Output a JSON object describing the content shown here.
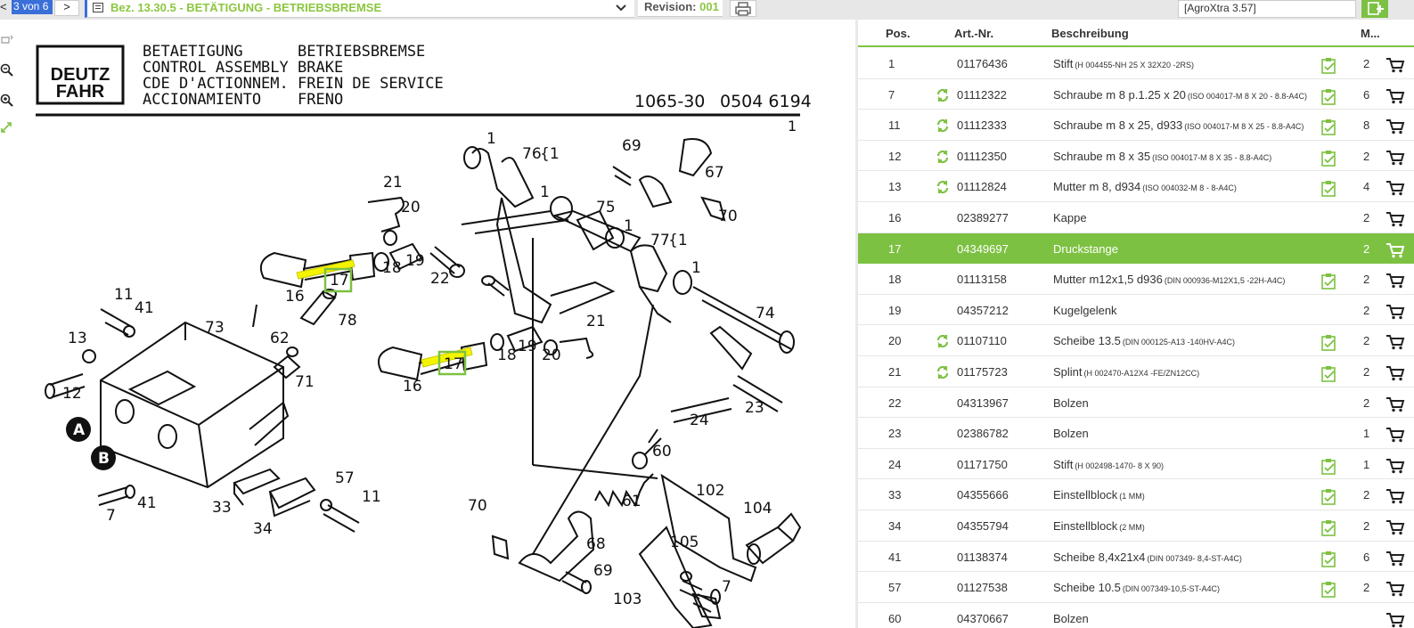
{
  "toolbar": {
    "prev_label": "<",
    "page_counter": "3 von 6",
    "next_label": ">",
    "title": "Bez. 13.30.5 - BETÄTIGUNG - BETRIEBSBREMSE",
    "revision_label": "Revision:",
    "revision_value": "001",
    "version": "[AgroXtra 3.57]"
  },
  "icons": {
    "left_tools": [
      "rotate-icon",
      "zoom-out-icon",
      "zoom-in-icon",
      "fit-icon"
    ],
    "print": "printer-icon",
    "add": "add-to-list-icon",
    "row_replace": "replacement-icon",
    "row_note": "note-icon",
    "row_cart": "cart-icon"
  },
  "colors": {
    "accent_green": "#7dc142",
    "title_green": "#8cc63f",
    "page_blue": "#3a6fd8",
    "highlight_yellow": "#f4f400"
  },
  "drawing": {
    "logo_top": "DEUTZ",
    "logo_bottom": "FAHR",
    "titles_left": [
      "BETAETIGUNG",
      "CONTROL ASSEMBLY",
      "CDE D'ACTIONNEM.",
      "ACCIONAMIENTO"
    ],
    "titles_right": [
      "BETRIEBSBREMSE",
      "BRAKE",
      "FREIN DE SERVICE",
      "FRENO"
    ],
    "drawing_number": "1065-30",
    "part_number": "0504 6194",
    "sheet": "1",
    "callouts": [
      "1",
      "76",
      "{1",
      "69",
      "67",
      "21",
      "20",
      "70",
      "1",
      "75",
      "1",
      "77",
      "{1",
      "1",
      "74",
      "16",
      "17",
      "18",
      "19",
      "22",
      "11",
      "41",
      "73",
      "78",
      "62",
      "71",
      "13",
      "12",
      "A",
      "B",
      "21",
      "19",
      "18",
      "20",
      "16",
      "17",
      "24",
      "23",
      "60",
      "61",
      "102",
      "104",
      "7",
      "41",
      "33",
      "34",
      "57",
      "11",
      "70",
      "68",
      "69",
      "103",
      "105",
      "7"
    ]
  },
  "table": {
    "headers": {
      "pos": "Pos.",
      "art": "Art.-Nr.",
      "desc": "Beschreibung",
      "qty": "M..."
    },
    "rows": [
      {
        "pos": "1",
        "art": "01176436",
        "desc": "Stift",
        "spec": "(H 004455-NH 25 X 32X20 -2RS)",
        "qty": "2",
        "replace": false,
        "note": true,
        "selected": false
      },
      {
        "pos": "7",
        "art": "01112322",
        "desc": "Schraube m 8 p.1.25 x 20",
        "spec": "(ISO 004017-M 8 X 20 - 8.8-A4C)",
        "qty": "6",
        "replace": true,
        "note": true,
        "selected": false
      },
      {
        "pos": "11",
        "art": "01112333",
        "desc": "Schraube m 8 x 25, d933",
        "spec": "(ISO 004017-M 8 X 25 - 8.8-A4C)",
        "qty": "8",
        "replace": true,
        "note": true,
        "selected": false
      },
      {
        "pos": "12",
        "art": "01112350",
        "desc": "Schraube m 8 x 35",
        "spec": "(ISO 004017-M 8 X 35 - 8.8-A4C)",
        "qty": "2",
        "replace": true,
        "note": true,
        "selected": false
      },
      {
        "pos": "13",
        "art": "01112824",
        "desc": "Mutter m 8, d934",
        "spec": "(ISO 004032-M 8 - 8-A4C)",
        "qty": "4",
        "replace": true,
        "note": true,
        "selected": false
      },
      {
        "pos": "16",
        "art": "02389277",
        "desc": "Kappe",
        "spec": "",
        "qty": "2",
        "replace": false,
        "note": false,
        "selected": false
      },
      {
        "pos": "17",
        "art": "04349697",
        "desc": "Druckstange",
        "spec": "",
        "qty": "2",
        "replace": false,
        "note": false,
        "selected": true
      },
      {
        "pos": "18",
        "art": "01113158",
        "desc": "Mutter m12x1,5 d936",
        "spec": "(DIN 000936-M12X1,5 -22H-A4C)",
        "qty": "2",
        "replace": false,
        "note": true,
        "selected": false
      },
      {
        "pos": "19",
        "art": "04357212",
        "desc": "Kugelgelenk",
        "spec": "",
        "qty": "2",
        "replace": false,
        "note": false,
        "selected": false
      },
      {
        "pos": "20",
        "art": "01107110",
        "desc": "Scheibe 13.5",
        "spec": "(DIN 000125-A13 -140HV-A4C)",
        "qty": "2",
        "replace": true,
        "note": true,
        "selected": false
      },
      {
        "pos": "21",
        "art": "01175723",
        "desc": "Splint",
        "spec": "(H 002470-A12X4 -FE/ZN12CC)",
        "qty": "2",
        "replace": true,
        "note": true,
        "selected": false
      },
      {
        "pos": "22",
        "art": "04313967",
        "desc": "Bolzen",
        "spec": "",
        "qty": "2",
        "replace": false,
        "note": false,
        "selected": false
      },
      {
        "pos": "23",
        "art": "02386782",
        "desc": "Bolzen",
        "spec": "",
        "qty": "1",
        "replace": false,
        "note": false,
        "selected": false
      },
      {
        "pos": "24",
        "art": "01171750",
        "desc": "Stift",
        "spec": "(H 002498-1470- 8 X 90)",
        "qty": "1",
        "replace": false,
        "note": true,
        "selected": false
      },
      {
        "pos": "33",
        "art": "04355666",
        "desc": "Einstellblock",
        "spec": "(1 MM)",
        "qty": "2",
        "replace": false,
        "note": true,
        "selected": false
      },
      {
        "pos": "34",
        "art": "04355794",
        "desc": "Einstellblock",
        "spec": "(2 MM)",
        "qty": "2",
        "replace": false,
        "note": true,
        "selected": false
      },
      {
        "pos": "41",
        "art": "01138374",
        "desc": "Scheibe 8,4x21x4",
        "spec": "(DIN 007349- 8,4-ST-A4C)",
        "qty": "6",
        "replace": false,
        "note": true,
        "selected": false
      },
      {
        "pos": "57",
        "art": "01127538",
        "desc": "Scheibe 10.5",
        "spec": "(DIN 007349-10,5-ST-A4C)",
        "qty": "2",
        "replace": false,
        "note": true,
        "selected": false
      },
      {
        "pos": "60",
        "art": "04370667",
        "desc": "Bolzen",
        "spec": "",
        "qty": "",
        "replace": false,
        "note": false,
        "selected": false
      }
    ]
  }
}
